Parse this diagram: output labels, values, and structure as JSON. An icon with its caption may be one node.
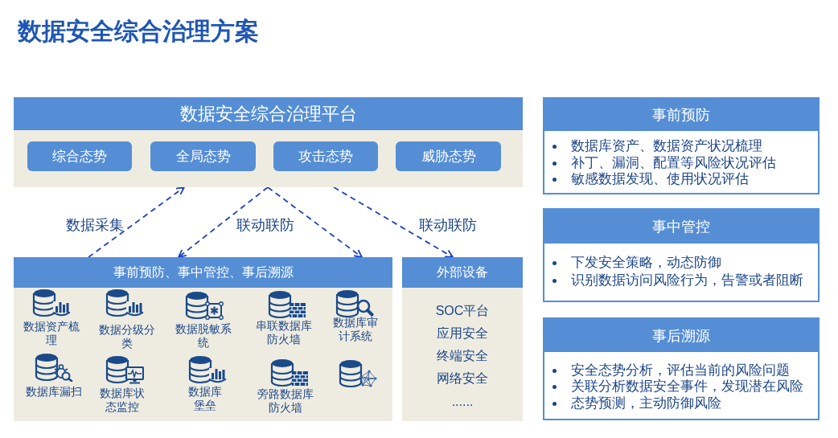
{
  "diagram": {
    "title": "数据安全综合治理方案",
    "nodes": [
      {
        "text": [
          "数据安全综合治理平台"
        ]
      },
      {
        "text": [
          "综合态势"
        ],
        "in": 0
      },
      {
        "text": [
          "全局态势"
        ],
        "in": 0
      },
      {
        "text": [
          "攻击态势"
        ],
        "in": 0
      },
      {
        "text": [
          "威胁态势"
        ],
        "in": 0
      },
      {
        "text": [
          "事前预防、事中管控、事后溯源"
        ]
      },
      {
        "text": [
          "数据资产梳理"
        ],
        "in": 5
      },
      {
        "text": [
          "数据分级分类"
        ],
        "in": 5
      },
      {
        "text": [
          "数据脱敏系统"
        ],
        "in": 5
      },
      {
        "text": [
          "串联数据库防火墙"
        ],
        "in": 5
      },
      {
        "text": [
          "数据库审计系统"
        ],
        "in": 5
      },
      {
        "text": [
          "数据库漏扫"
        ],
        "in": 5
      },
      {
        "text": [
          "数据库状态监控"
        ],
        "in": 5
      },
      {
        "text": [
          "数据库堡垒"
        ],
        "in": 5
      },
      {
        "text": [
          "旁路数据库防火墙"
        ],
        "in": 5
      },
      {
        "text": [],
        "shape": "picture",
        "in": 5
      },
      {
        "text": [
          "外部设备",
          "SOC平台",
          "应用安全",
          "终端安全",
          "网络安全",
          "......"
        ]
      },
      {
        "text": [
          "事前预防",
          "数据库资产、数据资产状况梳理",
          "补丁、漏洞、配置等风险状况评估",
          "敏感数据发现、使用状况评估"
        ]
      },
      {
        "text": [
          "事中管控",
          "下发安全策略，动态防御",
          "识别数据访问风险行为，告警或者阻断"
        ]
      },
      {
        "text": [
          "事后溯源",
          "安全态势分析，评估当前的风险问题",
          "关联分析数据安全事件，发现潜在风险",
          "态势预测，主动防御风险"
        ]
      }
    ],
    "edges": [
      {
        "from": 5,
        "to": 0,
        "arrow": "to",
        "style": "dashed",
        "label": "数据采集"
      },
      {
        "from": 0,
        "to": 5,
        "arrow": "to",
        "style": "dashed",
        "label": "联动联防"
      },
      {
        "from": 0,
        "to": 5,
        "arrow": "to",
        "style": "dashed"
      },
      {
        "from": 0,
        "to": 16,
        "arrow": "to",
        "style": "dashed",
        "label": "联动联防"
      }
    ]
  }
}
